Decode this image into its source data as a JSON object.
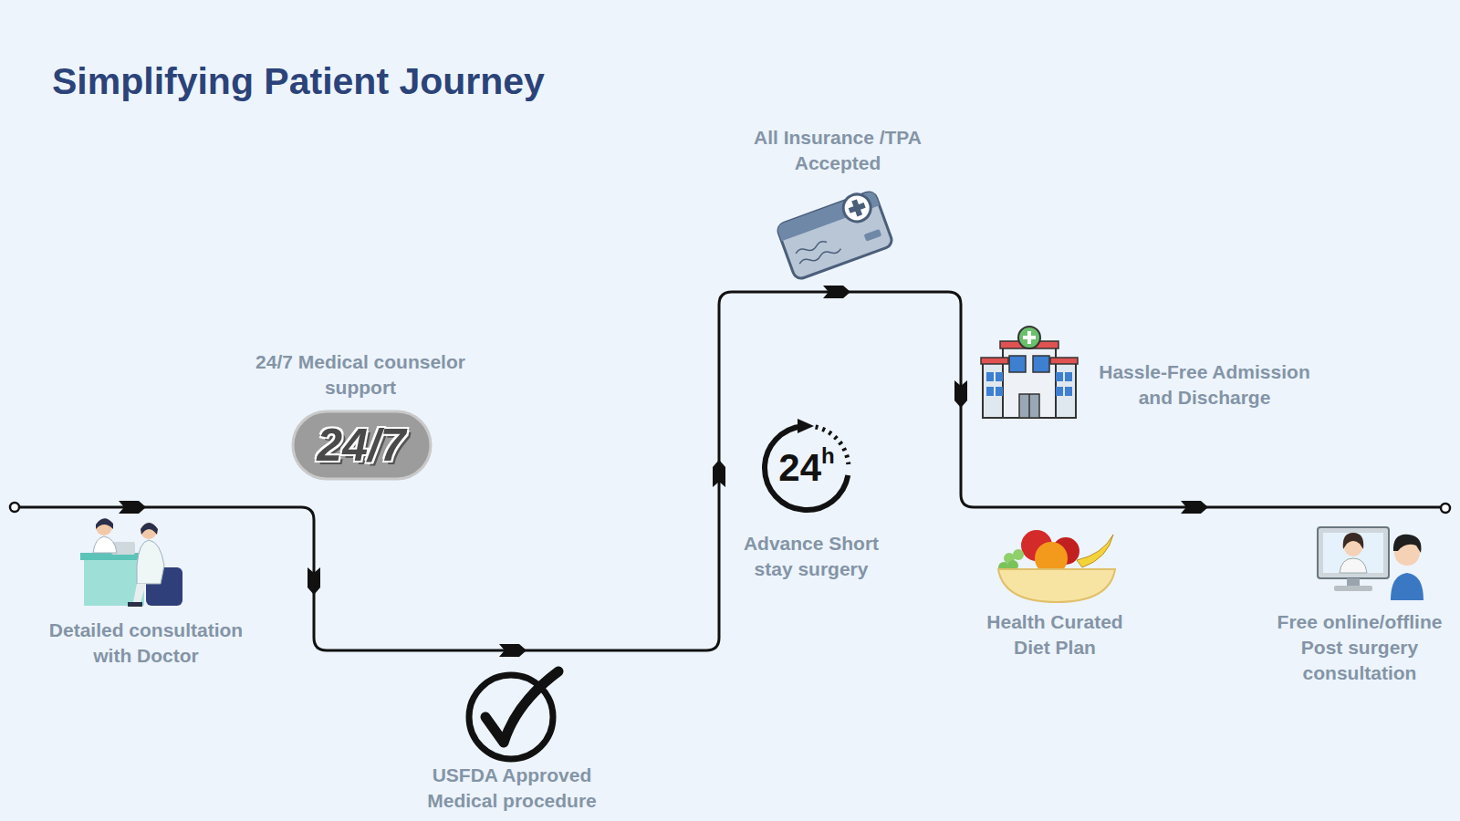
{
  "diagram": {
    "title": "Simplifying Patient Journey",
    "nodes": [
      {
        "text": [
          "24/7"
        ]
      },
      {
        "text": [
          "24",
          "h"
        ]
      }
    ],
    "labels": [
      "Detailed consultation with Doctor",
      "24/7 Medical counselor support",
      "USFDA Approved Medical procedure",
      "Advance Short stay surgery",
      "All Insurance /TPA Accepted",
      "Hassle-Free Admission and Discharge",
      "Health Curated Diet Plan",
      "Free online/offline Post surgery consultation"
    ]
  }
}
